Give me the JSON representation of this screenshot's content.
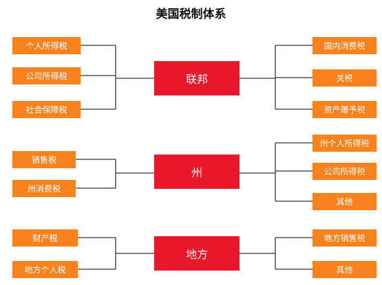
{
  "title": "美国税制体系",
  "colors": {
    "center": "#e8172a",
    "leaf": "#f7821e",
    "line": "#333333",
    "text": "#ffffff"
  },
  "groups": [
    {
      "center": "联邦",
      "left": [
        "个人所得税",
        "公司所得税",
        "社会保障税"
      ],
      "right": [
        "国内消费税",
        "关税",
        "资产赠予税"
      ]
    },
    {
      "center": "州",
      "left": [
        "销售税",
        "州消费税"
      ],
      "right": [
        "州个人所得税",
        "公司所得税",
        "其他"
      ]
    },
    {
      "center": "地方",
      "left": [
        "财产税",
        "地方个人税"
      ],
      "right": [
        "地方销售税",
        "其他"
      ]
    }
  ]
}
